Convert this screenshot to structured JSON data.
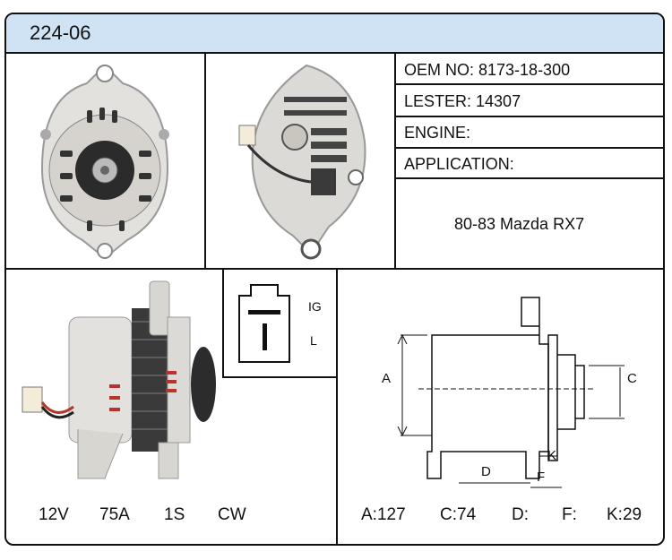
{
  "header": {
    "part_number": "224-06"
  },
  "info": {
    "oem": "OEM NO: 8173-18-300",
    "lester": "LESTER: 14307",
    "engine": "ENGINE:",
    "application_label": "APPLICATION:",
    "application_value": "80-83 Mazda RX7"
  },
  "connector": {
    "pin_ig": "IG",
    "pin_l": "L"
  },
  "specs": {
    "voltage": "12V",
    "amperage": "75A",
    "pulley": "1S",
    "rotation": "CW"
  },
  "dimensions": {
    "a": "A:127",
    "c": "C:74",
    "d": "D:",
    "f": "F:",
    "k": "K:29",
    "labels": {
      "a": "A",
      "c": "C",
      "d": "D",
      "f": "F",
      "k": "K"
    }
  },
  "icons": [
    "alternator-front-photo",
    "alternator-rear-photo",
    "alternator-side-photo",
    "connector-diagram",
    "dimension-drawing"
  ]
}
